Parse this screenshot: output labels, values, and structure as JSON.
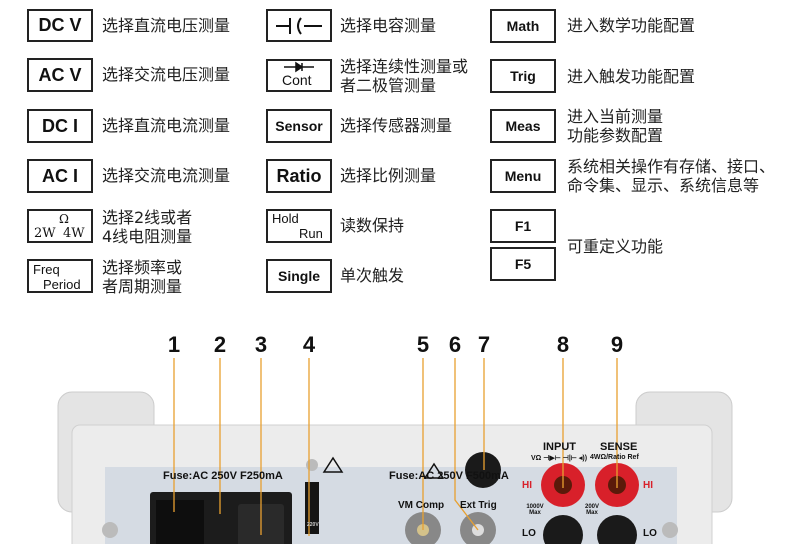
{
  "keys": {
    "dcv": {
      "label": "DC V",
      "desc": "选择直流电压测量"
    },
    "acv": {
      "label": "AC V",
      "desc": "选择交流电压测量"
    },
    "dci": {
      "label": "DC I",
      "desc": "选择直流电流测量"
    },
    "aci": {
      "label": "AC I",
      "desc": "选择交流电流测量"
    },
    "ohm": {
      "top": "Ω",
      "left": "2W",
      "right": "4W",
      "desc1": "选择2线或者",
      "desc2": "4线电阻测量"
    },
    "freq": {
      "top": "Freq",
      "bottom": "Period",
      "desc1": "选择频率或",
      "desc2": "者周期测量"
    },
    "cap": {
      "desc": "选择电容测量"
    },
    "cont": {
      "label": "Cont",
      "desc1": "选择连续性测量或",
      "desc2": "者二极管测量"
    },
    "sensor": {
      "label": "Sensor",
      "desc": "选择传感器测量"
    },
    "ratio": {
      "label": "Ratio",
      "desc": "选择比例测量"
    },
    "hold": {
      "top": "Hold",
      "bottom": "Run",
      "desc": "读数保持"
    },
    "single": {
      "label": "Single",
      "desc": "单次触发"
    },
    "math": {
      "label": "Math",
      "desc": "进入数学功能配置"
    },
    "trig": {
      "label": "Trig",
      "desc": "进入触发功能配置"
    },
    "meas": {
      "label": "Meas",
      "desc1": "进入当前测量",
      "desc2": "功能参数配置"
    },
    "menu": {
      "label": "Menu",
      "desc1": "系统相关操作有存储、接口、",
      "desc2": "命令集、显示、系统信息等"
    },
    "f1": {
      "label": "F1"
    },
    "f5": {
      "label": "F5"
    },
    "fdesc": "可重定义功能"
  },
  "callouts": [
    "1",
    "2",
    "3",
    "4",
    "5",
    "6",
    "7",
    "8",
    "9"
  ],
  "panel": {
    "fuse1": "Fuse:AC 250V F250mA",
    "fuse2": "Fuse:AC 250V F500mA",
    "input": "INPUT",
    "input_sub": "VΩ ⊣▶⊢ ⊣|⊢ ◂))",
    "sense": "SENSE",
    "sense_sub": "4WΩ/Ratio Ref",
    "hi": "HI",
    "lo": "LO",
    "v1000": "1000V Max",
    "v200": "200V Max",
    "vmcomp": "VM Comp",
    "exttrig": "Ext Trig",
    "v220": "220V"
  },
  "colors": {
    "callout_line": "#e8a030",
    "terminal_red": "#d8202a"
  }
}
